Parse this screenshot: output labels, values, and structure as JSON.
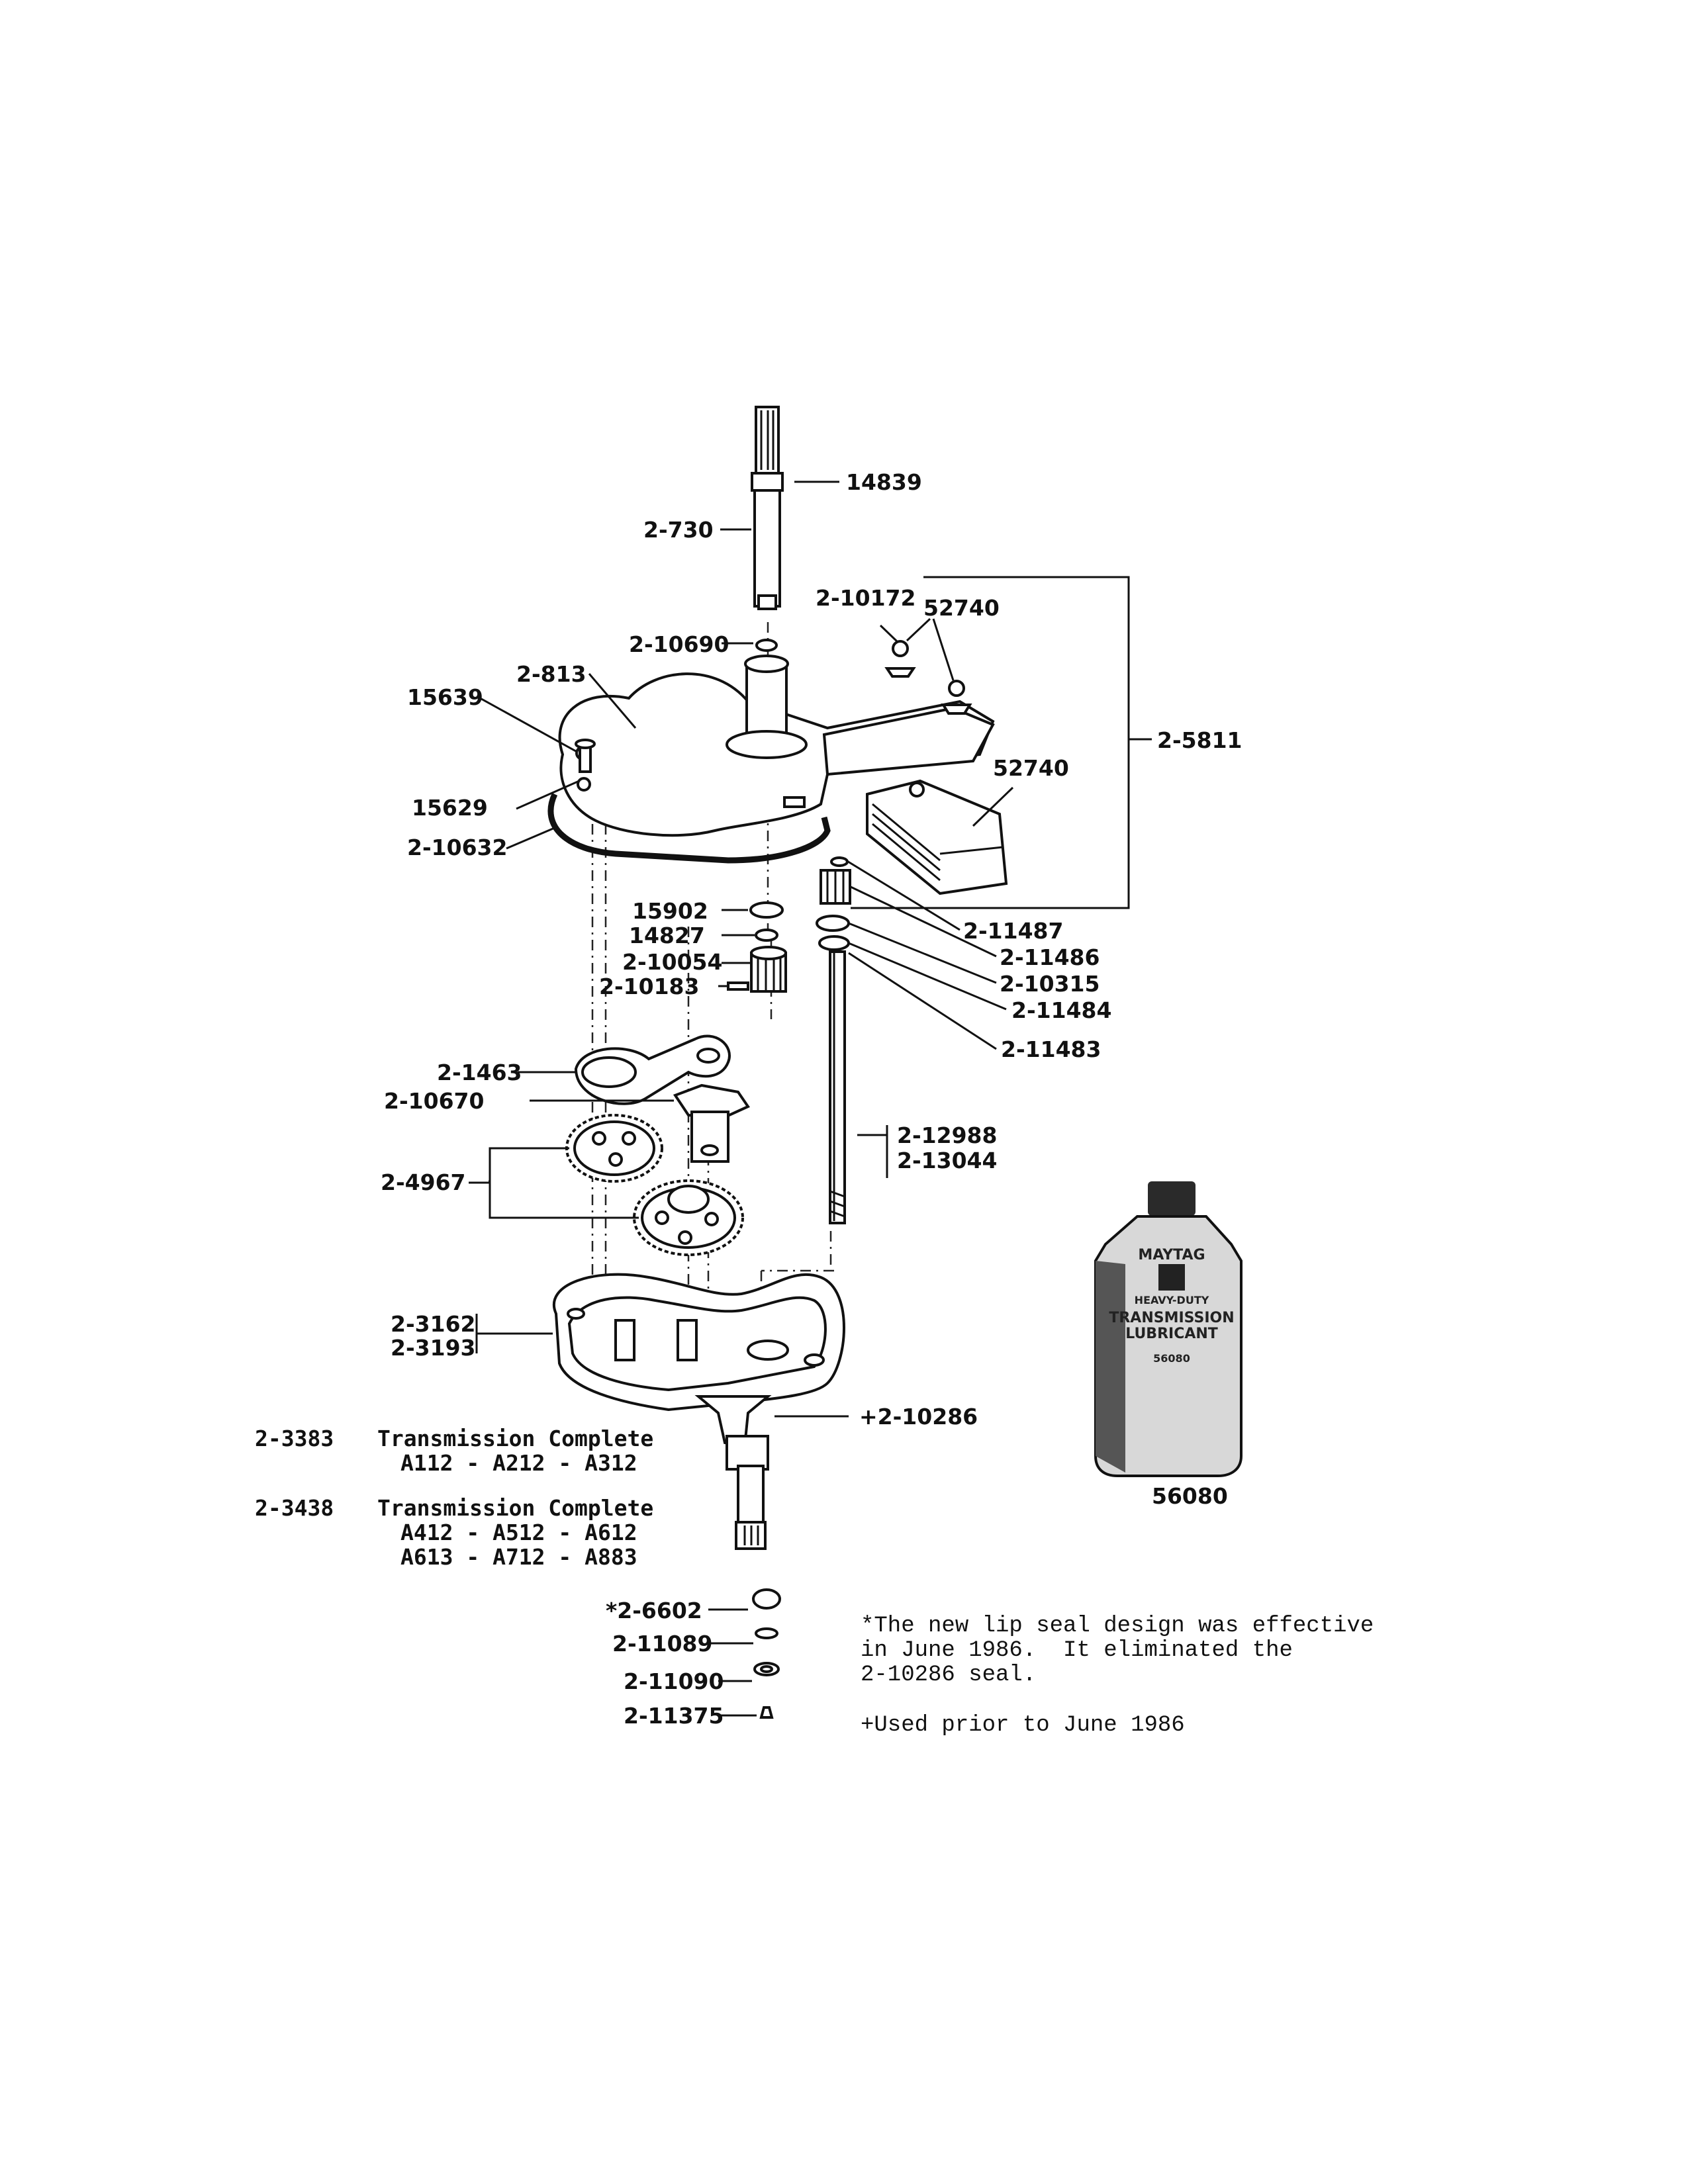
{
  "part_labels": {
    "p14839": "14839",
    "p2_730": "2-730",
    "p2_10172": "2-10172",
    "p52740_top": "52740",
    "p2_10690": "2-10690",
    "p2_813": "2-813",
    "p15639": "15639",
    "p2_5811": "2-5811",
    "p52740_side": "52740",
    "p15629": "15629",
    "p2_10632": "2-10632",
    "p2_11487": "2-11487",
    "p15902": "15902",
    "p14827": "14827",
    "p2_11486": "2-11486",
    "p2_10054": "2-10054",
    "p2_10315": "2-10315",
    "p2_10183": "2-10183",
    "p2_11484": "2-11484",
    "p2_11483": "2-11483",
    "p2_1463": "2-1463",
    "p2_10670": "2-10670",
    "p2_12988": "2-12988",
    "p2_13044": "2-13044",
    "p2_4967": "2-4967",
    "p2_3162": "2-3162",
    "p2_3193": "2-3193",
    "p2_10286": "+2-10286",
    "p2_6602": "*2-6602",
    "p2_11089": "2-11089",
    "p2_11090": "2-11090",
    "p2_11375": "2-11375",
    "p56080": "56080"
  },
  "assemblies": [
    {
      "number": "2-3383",
      "title": "Transmission Complete",
      "models": [
        "A112 - A212 - A312"
      ]
    },
    {
      "number": "2-3438",
      "title": "Transmission Complete",
      "models": [
        "A412 - A512 - A612",
        "A613 - A712 - A883"
      ]
    }
  ],
  "notes": {
    "lip_seal": [
      "*The new lip seal design was effective",
      "in June 1986.  It eliminated the",
      "2-10286 seal."
    ],
    "used_prior": "+Used prior to June 1986"
  },
  "bottle": {
    "brand": "MAYTAG",
    "line1": "HEAVY-DUTY",
    "line2": "TRANSMISSION",
    "line3": "LUBRICANT",
    "code": "56080"
  }
}
